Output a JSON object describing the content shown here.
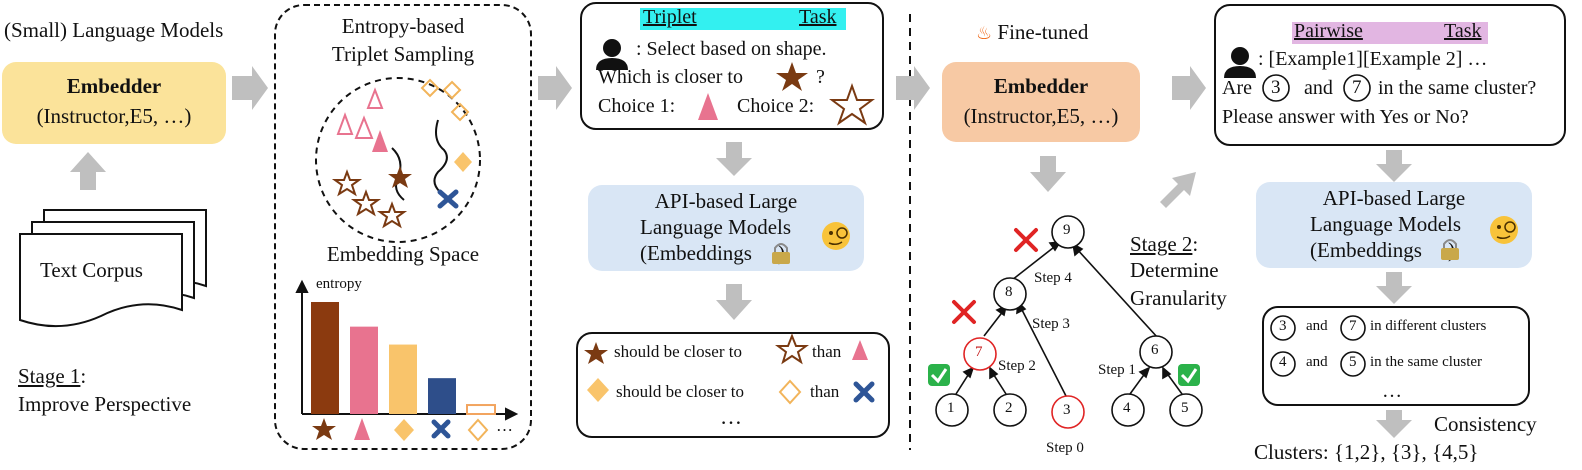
{
  "stage1": {
    "header": "(Small) Language Models",
    "embedder_title": "Embedder",
    "embedder_sub": "(Instructor,E5, …)",
    "corpus": "Text Corpus",
    "stage_label": "Stage 1",
    "stage_colon": ":",
    "stage_desc": "Improve Perspective"
  },
  "sampling": {
    "title_line1": "Entropy-based",
    "title_line2": "Triplet Sampling",
    "space_label": "Embedding Space",
    "entropy_label": "entropy",
    "ellipsis": "…",
    "bars": [
      {
        "value": 1.0,
        "color": "#8b3a0f"
      },
      {
        "value": 0.78,
        "color": "#e8738f"
      },
      {
        "value": 0.62,
        "color": "#f9c46b"
      },
      {
        "value": 0.32,
        "color": "#2e4e8a"
      },
      {
        "value": 0.08,
        "color": "#f2a45f"
      }
    ]
  },
  "triplet": {
    "task_a": "Triplet",
    "task_b": "Task",
    "line1": ": Select based on shape.",
    "line2": "Which is closer to",
    "q": "?",
    "choice1": "Choice 1:",
    "choice2": "Choice 2:",
    "llm_line1": "API-based Large",
    "llm_line2": "Language Models",
    "llm_line3": "(Embeddings",
    "llm_close": ")",
    "out1": "should be closer to",
    "out1b": "than",
    "out2": "should be closer to",
    "out2b": "than",
    "out3": "…"
  },
  "stage2": {
    "finetuned": "Fine-tuned",
    "embedder_title": "Embedder",
    "embedder_sub": "(Instructor,E5, …)",
    "stage_label": "Stage 2",
    "stage_colon": ":",
    "desc1": "Determine",
    "desc2": "Granularity",
    "nodes": [
      "9",
      "8",
      "7",
      "6",
      "1",
      "2",
      "3",
      "4",
      "5"
    ],
    "steps": [
      "Step 4",
      "Step 3",
      "Step 2",
      "Step 1",
      "Step 0"
    ]
  },
  "pairwise": {
    "task_a": "Pairwise",
    "task_b": "Task",
    "line1": ": [Example1][Example 2] …",
    "are": "Are",
    "n1": "3",
    "and": "and",
    "n2": "7",
    "rest": "in the same cluster?",
    "line3": "Please answer with Yes or No?",
    "llm_line1": "API-based Large",
    "llm_line2": "Language Models",
    "llm_line3": "(Embeddings",
    "llm_close": ")",
    "r1a": "3",
    "r1and": "and",
    "r1b": "7",
    "r1text": "in different clusters",
    "r2a": "4",
    "r2and": "and",
    "r2b": "5",
    "r2text": "in the same cluster",
    "r3": "…",
    "consistency": "Consistency",
    "clusters": "Clusters: {1,2}, {3}, {4,5}"
  },
  "colors": {
    "brown": "#7a3a12",
    "pink": "#e8738f",
    "gold": "#f9c46b",
    "navy": "#2e5597",
    "arrow": "#bfbfbf",
    "red": "#e02424",
    "cyan": "#33f0f0",
    "lilac": "#e2b6e2"
  }
}
